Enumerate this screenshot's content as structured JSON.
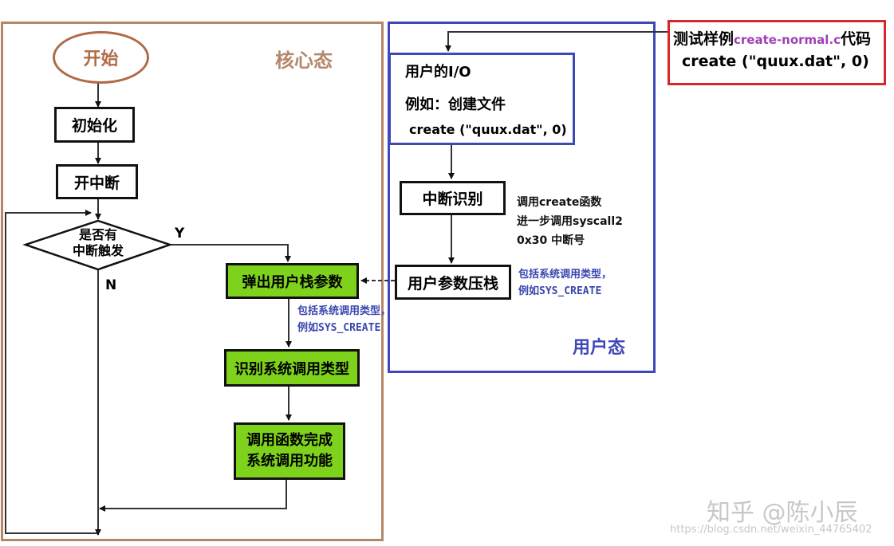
{
  "kernel": {
    "region_label": "核心态",
    "start": "开始",
    "init": "初始化",
    "enable_irq": "开中断",
    "decision_line1": "是否有",
    "decision_line2": "中断触发",
    "yes": "Y",
    "no": "N",
    "pop_params": "弹出用户栈参数",
    "pop_note_line1": "包括系统调用类型，",
    "pop_note_line2": "例如SYS_CREATE",
    "identify_type": "识别系统调用类型",
    "complete_line1": "调用函数完成",
    "complete_line2": "系统调用功能"
  },
  "user": {
    "region_label": "用户态",
    "io_title": "用户的I/O",
    "io_example": "例如：创建文件",
    "io_code": "create (\"quux.dat\", 0)",
    "irq_identify": "中断识别",
    "irq_note_line1": "调用create函数",
    "irq_note_line2": "进一步调用syscall2",
    "irq_note_line3": "0x30 中断号",
    "push_params": "用户参数压栈",
    "push_note_line1": "包括系统调用类型，",
    "push_note_line2": "例如SYS_CREATE"
  },
  "test_case": {
    "prefix": "测试样例",
    "filename": "create-normal.c",
    "suffix": "代码",
    "code": "create (\"quux.dat\", 0)"
  },
  "watermark": {
    "brand": "知乎 @陈小辰",
    "url": "https://blog.csdn.net/weixin_44765402"
  },
  "colors": {
    "kernel_border": "#b5876a",
    "start_border": "#b06a45",
    "user_border": "#3f48b8",
    "test_border": "#d8262a",
    "highlight_green": "#7fd21c",
    "filename_purple": "#a040b8"
  }
}
